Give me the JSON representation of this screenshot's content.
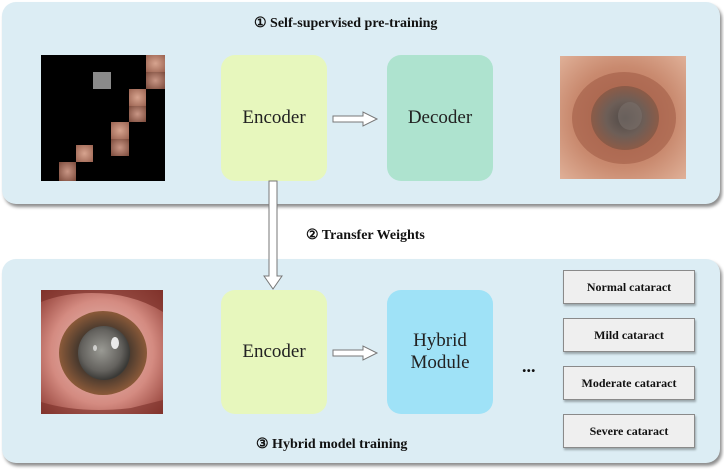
{
  "stages": {
    "pretrain_title": "① Self-supervised pre-training",
    "transfer_label": "② Transfer Weights",
    "hybrid_title": "③ Hybrid model training"
  },
  "blocks": {
    "encoder_top": "Encoder",
    "decoder": "Decoder",
    "encoder_bottom": "Encoder",
    "hybrid_module": "Hybrid Module"
  },
  "ellipsis": "...",
  "classes": [
    "Normal cataract",
    "Mild cataract",
    "Moderate cataract",
    "Severe cataract"
  ],
  "colors": {
    "panel": "#dcedf4",
    "encoder": "#e7f7bd",
    "decoder": "#aee3cf",
    "hybrid": "#9fe2f7",
    "class_box": "#efefef"
  }
}
